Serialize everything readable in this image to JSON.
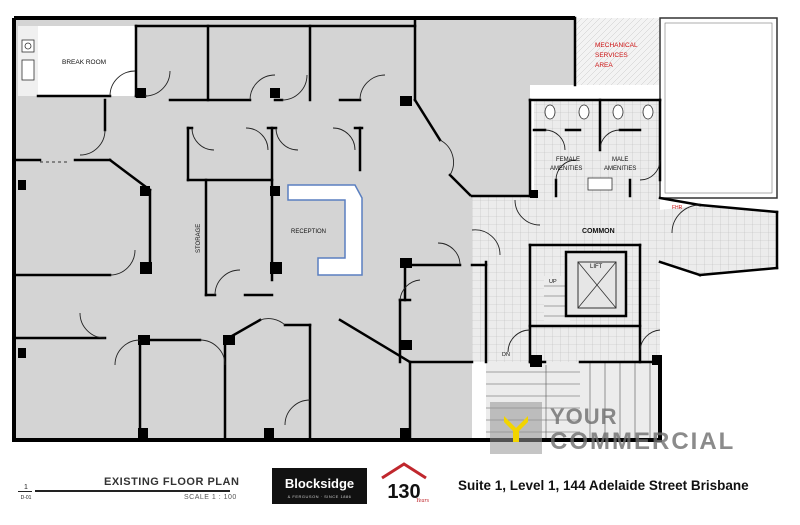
{
  "plan": {
    "rooms": {
      "break_room": "BREAK ROOM",
      "mechanical": [
        "MECHANICAL",
        "SERVICES",
        "AREA"
      ],
      "female": [
        "FEMALE",
        "AMENITIES"
      ],
      "male": [
        "MALE",
        "AMENITIES"
      ],
      "common": "COMMON",
      "reception": "RECEPTION",
      "storage": "STORAGE",
      "lift": "LIFT",
      "up": "UP",
      "dn": "DN",
      "fhr": "FHR"
    },
    "colors": {
      "floor": "#d4d4d4",
      "wall": "#000000",
      "tile_grid": "#bdbdbd",
      "mechanical_text": "#cc1111",
      "reception_desk": "#5a7fc0"
    }
  },
  "footer": {
    "ref_num": "1",
    "ref_sheet": "D-01",
    "title": "EXISTING FLOOR PLAN",
    "scale": "SCALE   1 : 100",
    "company": "Blocksidge",
    "company_tagline": "& FERGUSON · SINCE 1886",
    "badge_number": "130",
    "badge_sub": "Years",
    "address": "Suite 1, Level 1, 144 Adelaide Street Brisbane"
  },
  "watermark": {
    "line1": "YOUR",
    "line2": "COMMERCIAL"
  }
}
